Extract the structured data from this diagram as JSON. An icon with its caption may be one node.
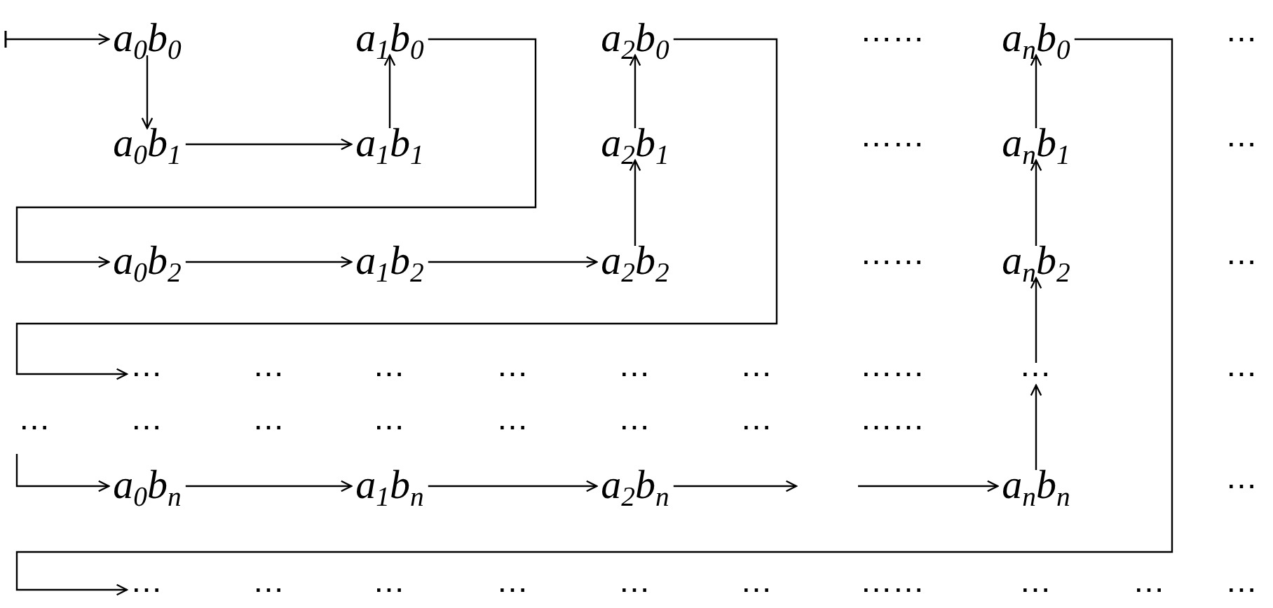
{
  "diagram": {
    "nodes": [
      {
        "text": [
          "a$_{0}$b$_{0}$"
        ]
      },
      {
        "text": [
          "a$_{1}$b$_{0}$"
        ]
      },
      {
        "text": [
          "a$_{2}$b$_{0}$"
        ]
      },
      {
        "text": [
          "a$_{n}$b$_{0}$"
        ]
      },
      {
        "text": [
          "a$_{0}$b$_{1}$"
        ]
      },
      {
        "text": [
          "a$_{1}$b$_{1}$"
        ]
      },
      {
        "text": [
          "a$_{2}$b$_{1}$"
        ]
      },
      {
        "text": [
          "a$_{n}$b$_{1}$"
        ]
      },
      {
        "text": [
          "a$_{0}$b$_{2}$"
        ]
      },
      {
        "text": [
          "a$_{1}$b$_{2}$"
        ]
      },
      {
        "text": [
          "a$_{2}$b$_{2}$"
        ]
      },
      {
        "text": [
          "a$_{n}$b$_{2}$"
        ]
      },
      {
        "text": [
          "⋯"
        ]
      },
      {
        "text": [
          "⋯"
        ]
      },
      {
        "text": [
          "a$_{0}$b$_{n}$"
        ]
      },
      {
        "text": [
          "a$_{1}$b$_{n}$"
        ]
      },
      {
        "text": [
          "a$_{2}$b$_{n}$"
        ]
      },
      {
        "text": [
          "a$_{n}$b$_{n}$"
        ]
      },
      {
        "text": [
          "⋯"
        ]
      }
    ],
    "edges": [
      {
        "from": null,
        "to": 0,
        "arrow": "to"
      },
      {
        "from": 0,
        "to": 4,
        "arrow": "to"
      },
      {
        "from": 4,
        "to": 5,
        "arrow": "to"
      },
      {
        "from": 5,
        "to": 1,
        "arrow": "to"
      },
      {
        "from": 1,
        "to": 8,
        "arrow": "to"
      },
      {
        "from": 8,
        "to": 9,
        "arrow": "to"
      },
      {
        "from": 9,
        "to": 10,
        "arrow": "to"
      },
      {
        "from": 10,
        "to": 6,
        "arrow": "to"
      },
      {
        "from": 6,
        "to": 2,
        "arrow": "to"
      },
      {
        "from": 2,
        "to": 12,
        "arrow": "to"
      },
      {
        "from": null,
        "to": 14,
        "arrow": "to"
      },
      {
        "from": 14,
        "to": 15,
        "arrow": "to"
      },
      {
        "from": 15,
        "to": 16,
        "arrow": "to"
      },
      {
        "from": 16,
        "to": null,
        "arrow": "to"
      },
      {
        "from": null,
        "to": 17,
        "arrow": "to"
      },
      {
        "from": 17,
        "to": 13,
        "arrow": "to"
      },
      {
        "from": 13,
        "to": 11,
        "arrow": "to"
      },
      {
        "from": 11,
        "to": 7,
        "arrow": "to"
      },
      {
        "from": 7,
        "to": 3,
        "arrow": "to"
      },
      {
        "from": 3,
        "to": 18,
        "arrow": "to"
      }
    ],
    "labels": [
      "⋯⋯",
      "⋯",
      "⋯⋯",
      "⋯",
      "⋯⋯",
      "⋯",
      "⋯",
      "⋯",
      "⋯",
      "⋯",
      "⋯",
      "⋯⋯",
      "⋯",
      "⋯",
      "⋯",
      "⋯",
      "⋯",
      "⋯",
      "⋯",
      "⋯",
      "⋯⋯",
      "⋯",
      "⋯",
      "⋯",
      "⋯",
      "⋯",
      "⋯",
      "⋯⋯",
      "⋯",
      "⋯",
      "⋯"
    ]
  }
}
